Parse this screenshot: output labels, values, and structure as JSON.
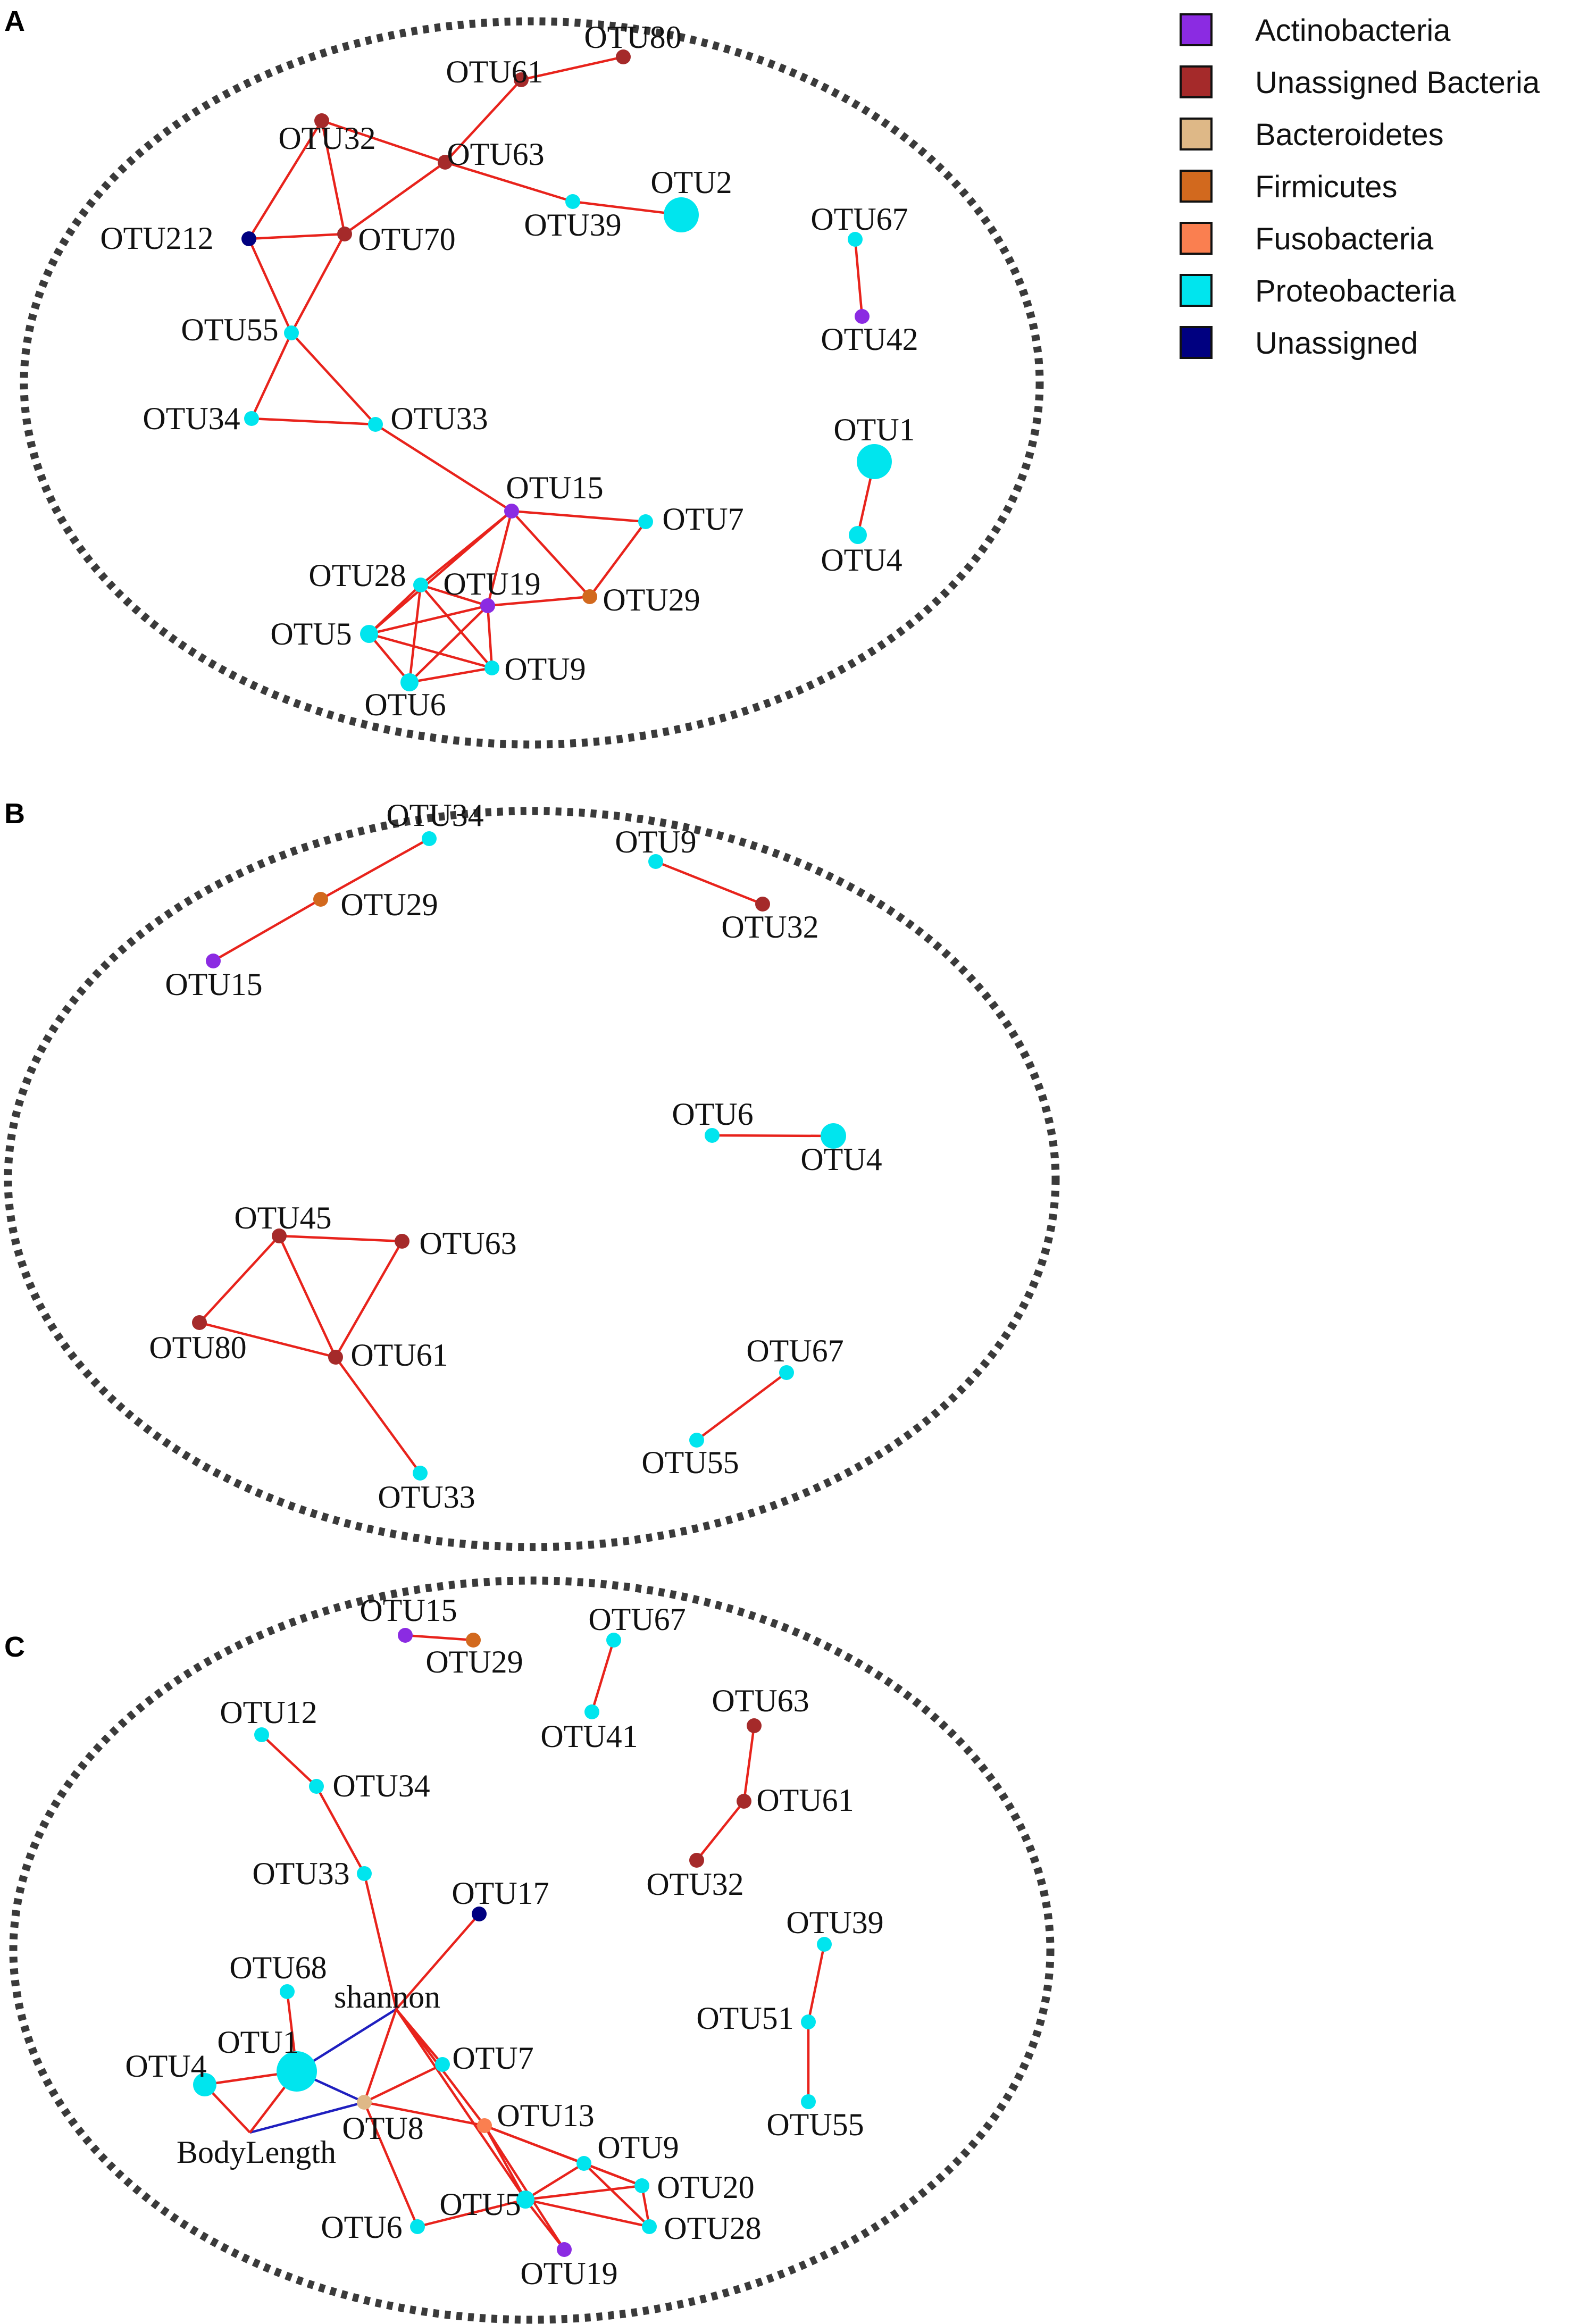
{
  "colors": {
    "Actinobacteria": "#8b2be2",
    "Unassigned Bacteria": "#a52a2a",
    "Bacteroidetes": "#deb887",
    "Firmicutes": "#d2691e",
    "Fusobacteria": "#fa7f50",
    "Proteobacteria": "#00e5ee",
    "Unassigned": "#000080",
    "edge_positive": "#e8231c",
    "edge_negative": "#1f1fbf"
  },
  "legend": [
    {
      "label": "Actinobacteria",
      "phylum": "Actinobacteria"
    },
    {
      "label": "Unassigned Bacteria",
      "phylum": "Unassigned Bacteria"
    },
    {
      "label": "Bacteroidetes",
      "phylum": "Bacteroidetes"
    },
    {
      "label": "Firmicutes",
      "phylum": "Firmicutes"
    },
    {
      "label": "Fusobacteria",
      "phylum": "Fusobacteria"
    },
    {
      "label": "Proteobacteria",
      "phylum": "Proteobacteria"
    },
    {
      "label": "Unassigned",
      "phylum": "Unassigned"
    }
  ],
  "panels": [
    {
      "letter": "A",
      "nodes": [
        {
          "id": "OTU80",
          "label": "OTU80",
          "phylum": "Unassigned Bacteria"
        },
        {
          "id": "OTU61",
          "label": "OTU61",
          "phylum": "Unassigned Bacteria"
        },
        {
          "id": "OTU32",
          "label": "OTU32",
          "phylum": "Unassigned Bacteria"
        },
        {
          "id": "OTU63",
          "label": "OTU63",
          "phylum": "Unassigned Bacteria"
        },
        {
          "id": "OTU2",
          "label": "OTU2",
          "phylum": "Proteobacteria"
        },
        {
          "id": "OTU39",
          "label": "OTU39",
          "phylum": "Proteobacteria"
        },
        {
          "id": "OTU212",
          "label": "OTU212",
          "phylum": "Unassigned"
        },
        {
          "id": "OTU70",
          "label": "OTU70",
          "phylum": "Unassigned Bacteria"
        },
        {
          "id": "OTU67",
          "label": "OTU67",
          "phylum": "Proteobacteria"
        },
        {
          "id": "OTU42",
          "label": "OTU42",
          "phylum": "Actinobacteria"
        },
        {
          "id": "OTU55",
          "label": "OTU55",
          "phylum": "Proteobacteria"
        },
        {
          "id": "OTU34",
          "label": "OTU34",
          "phylum": "Proteobacteria"
        },
        {
          "id": "OTU33",
          "label": "OTU33",
          "phylum": "Proteobacteria"
        },
        {
          "id": "OTU1",
          "label": "OTU1",
          "phylum": "Proteobacteria"
        },
        {
          "id": "OTU15",
          "label": "OTU15",
          "phylum": "Actinobacteria"
        },
        {
          "id": "OTU7",
          "label": "OTU7",
          "phylum": "Proteobacteria"
        },
        {
          "id": "OTU4",
          "label": "OTU4",
          "phylum": "Proteobacteria"
        },
        {
          "id": "OTU28",
          "label": "OTU28",
          "phylum": "Proteobacteria"
        },
        {
          "id": "OTU19",
          "label": "OTU19",
          "phylum": "Actinobacteria"
        },
        {
          "id": "OTU29",
          "label": "OTU29",
          "phylum": "Firmicutes"
        },
        {
          "id": "OTU5",
          "label": "OTU5",
          "phylum": "Proteobacteria"
        },
        {
          "id": "OTU9",
          "label": "OTU9",
          "phylum": "Proteobacteria"
        },
        {
          "id": "OTU6",
          "label": "OTU6",
          "phylum": "Proteobacteria"
        }
      ],
      "edges": [
        [
          "OTU61",
          "OTU80",
          "positive"
        ],
        [
          "OTU61",
          "OTU63",
          "positive"
        ],
        [
          "OTU32",
          "OTU63",
          "positive"
        ],
        [
          "OTU63",
          "OTU70",
          "positive"
        ],
        [
          "OTU63",
          "OTU39",
          "positive"
        ],
        [
          "OTU39",
          "OTU2",
          "positive"
        ],
        [
          "OTU32",
          "OTU212",
          "positive"
        ],
        [
          "OTU32",
          "OTU70",
          "positive"
        ],
        [
          "OTU212",
          "OTU70",
          "positive"
        ],
        [
          "OTU212",
          "OTU55",
          "positive"
        ],
        [
          "OTU70",
          "OTU55",
          "positive"
        ],
        [
          "OTU55",
          "OTU34",
          "positive"
        ],
        [
          "OTU55",
          "OTU33",
          "positive"
        ],
        [
          "OTU34",
          "OTU33",
          "positive"
        ],
        [
          "OTU33",
          "OTU15",
          "positive"
        ],
        [
          "OTU67",
          "OTU42",
          "positive"
        ],
        [
          "OTU1",
          "OTU4",
          "positive"
        ],
        [
          "OTU15",
          "OTU7",
          "positive"
        ],
        [
          "OTU15",
          "OTU28",
          "positive"
        ],
        [
          "OTU15",
          "OTU29",
          "positive"
        ],
        [
          "OTU15",
          "OTU19",
          "positive"
        ],
        [
          "OTU15",
          "OTU5",
          "positive"
        ],
        [
          "OTU7",
          "OTU29",
          "positive"
        ],
        [
          "OTU28",
          "OTU5",
          "positive"
        ],
        [
          "OTU28",
          "OTU19",
          "positive"
        ],
        [
          "OTU28",
          "OTU6",
          "positive"
        ],
        [
          "OTU28",
          "OTU9",
          "positive"
        ],
        [
          "OTU19",
          "OTU29",
          "positive"
        ],
        [
          "OTU19",
          "OTU5",
          "positive"
        ],
        [
          "OTU19",
          "OTU6",
          "positive"
        ],
        [
          "OTU19",
          "OTU9",
          "positive"
        ],
        [
          "OTU5",
          "OTU9",
          "positive"
        ],
        [
          "OTU5",
          "OTU6",
          "positive"
        ],
        [
          "OTU6",
          "OTU9",
          "positive"
        ]
      ]
    },
    {
      "letter": "B",
      "nodes": [
        {
          "id": "OTU34",
          "label": "OTU34",
          "phylum": "Proteobacteria"
        },
        {
          "id": "OTU29",
          "label": "OTU29",
          "phylum": "Firmicutes"
        },
        {
          "id": "OTU15",
          "label": "OTU15",
          "phylum": "Actinobacteria"
        },
        {
          "id": "OTU9",
          "label": "OTU9",
          "phylum": "Proteobacteria"
        },
        {
          "id": "OTU32",
          "label": "OTU32",
          "phylum": "Unassigned Bacteria"
        },
        {
          "id": "OTU6",
          "label": "OTU6",
          "phylum": "Proteobacteria"
        },
        {
          "id": "OTU4",
          "label": "OTU4",
          "phylum": "Proteobacteria"
        },
        {
          "id": "OTU45",
          "label": "OTU45",
          "phylum": "Unassigned Bacteria"
        },
        {
          "id": "OTU63",
          "label": "OTU63",
          "phylum": "Unassigned Bacteria"
        },
        {
          "id": "OTU80",
          "label": "OTU80",
          "phylum": "Unassigned Bacteria"
        },
        {
          "id": "OTU61",
          "label": "OTU61",
          "phylum": "Unassigned Bacteria"
        },
        {
          "id": "OTU67",
          "label": "OTU67",
          "phylum": "Proteobacteria"
        },
        {
          "id": "OTU55",
          "label": "OTU55",
          "phylum": "Proteobacteria"
        },
        {
          "id": "OTU33",
          "label": "OTU33",
          "phylum": "Proteobacteria"
        }
      ],
      "edges": [
        [
          "OTU34",
          "OTU29",
          "positive"
        ],
        [
          "OTU29",
          "OTU15",
          "positive"
        ],
        [
          "OTU9",
          "OTU32",
          "positive"
        ],
        [
          "OTU6",
          "OTU4",
          "positive"
        ],
        [
          "OTU45",
          "OTU63",
          "positive"
        ],
        [
          "OTU45",
          "OTU80",
          "positive"
        ],
        [
          "OTU45",
          "OTU61",
          "positive"
        ],
        [
          "OTU63",
          "OTU61",
          "positive"
        ],
        [
          "OTU80",
          "OTU61",
          "positive"
        ],
        [
          "OTU61",
          "OTU33",
          "positive"
        ],
        [
          "OTU67",
          "OTU55",
          "positive"
        ]
      ]
    },
    {
      "letter": "C",
      "nodes": [
        {
          "id": "OTU15",
          "label": "OTU15",
          "phylum": "Actinobacteria"
        },
        {
          "id": "OTU29",
          "label": "OTU29",
          "phylum": "Firmicutes"
        },
        {
          "id": "OTU67",
          "label": "OTU67",
          "phylum": "Proteobacteria"
        },
        {
          "id": "OTU41",
          "label": "OTU41",
          "phylum": "Proteobacteria"
        },
        {
          "id": "OTU63",
          "label": "OTU63",
          "phylum": "Unassigned Bacteria"
        },
        {
          "id": "OTU61",
          "label": "OTU61",
          "phylum": "Unassigned Bacteria"
        },
        {
          "id": "OTU32",
          "label": "OTU32",
          "phylum": "Unassigned Bacteria"
        },
        {
          "id": "OTU12",
          "label": "OTU12",
          "phylum": "Proteobacteria"
        },
        {
          "id": "OTU34",
          "label": "OTU34",
          "phylum": "Proteobacteria"
        },
        {
          "id": "OTU33",
          "label": "OTU33",
          "phylum": "Proteobacteria"
        },
        {
          "id": "OTU17",
          "label": "OTU17",
          "phylum": "Unassigned"
        },
        {
          "id": "OTU39",
          "label": "OTU39",
          "phylum": "Proteobacteria"
        },
        {
          "id": "OTU51",
          "label": "OTU51",
          "phylum": "Proteobacteria"
        },
        {
          "id": "OTU55",
          "label": "OTU55",
          "phylum": "Proteobacteria"
        },
        {
          "id": "OTU68",
          "label": "OTU68",
          "phylum": "Proteobacteria"
        },
        {
          "id": "shannon",
          "label": "shannon",
          "phylum": ""
        },
        {
          "id": "OTU1",
          "label": "OTU1",
          "phylum": "Proteobacteria"
        },
        {
          "id": "OTU4",
          "label": "OTU4",
          "phylum": "Proteobacteria"
        },
        {
          "id": "OTU7",
          "label": "OTU7",
          "phylum": "Proteobacteria"
        },
        {
          "id": "OTU8",
          "label": "OTU8",
          "phylum": "Bacteroidetes"
        },
        {
          "id": "BodyLength",
          "label": "BodyLength",
          "phylum": ""
        },
        {
          "id": "OTU13",
          "label": "OTU13",
          "phylum": "Fusobacteria"
        },
        {
          "id": "OTU9",
          "label": "OTU9",
          "phylum": "Proteobacteria"
        },
        {
          "id": "OTU20",
          "label": "OTU20",
          "phylum": "Proteobacteria"
        },
        {
          "id": "OTU5",
          "label": "OTU5",
          "phylum": "Proteobacteria"
        },
        {
          "id": "OTU6",
          "label": "OTU6",
          "phylum": "Proteobacteria"
        },
        {
          "id": "OTU28",
          "label": "OTU28",
          "phylum": "Proteobacteria"
        },
        {
          "id": "OTU19",
          "label": "OTU19",
          "phylum": "Actinobacteria"
        }
      ],
      "edges": [
        [
          "OTU15",
          "OTU29",
          "positive"
        ],
        [
          "OTU67",
          "OTU41",
          "positive"
        ],
        [
          "OTU63",
          "OTU61",
          "positive"
        ],
        [
          "OTU61",
          "OTU32",
          "positive"
        ],
        [
          "OTU12",
          "OTU34",
          "positive"
        ],
        [
          "OTU34",
          "OTU33",
          "positive"
        ],
        [
          "OTU33",
          "shannon",
          "positive"
        ],
        [
          "OTU17",
          "shannon",
          "positive"
        ],
        [
          "OTU39",
          "OTU51",
          "positive"
        ],
        [
          "OTU51",
          "OTU55",
          "positive"
        ],
        [
          "OTU68",
          "OTU1",
          "positive"
        ],
        [
          "shannon",
          "OTU1",
          "negative"
        ],
        [
          "shannon",
          "OTU8",
          "positive"
        ],
        [
          "shannon",
          "OTU7",
          "positive"
        ],
        [
          "shannon",
          "OTU13",
          "positive"
        ],
        [
          "shannon",
          "OTU5",
          "positive"
        ],
        [
          "OTU4",
          "OTU1",
          "positive"
        ],
        [
          "OTU4",
          "BodyLength",
          "positive"
        ],
        [
          "OTU1",
          "OTU8",
          "negative"
        ],
        [
          "OTU8",
          "BodyLength",
          "negative"
        ],
        [
          "OTU1",
          "BodyLength",
          "positive"
        ],
        [
          "OTU7",
          "OTU8",
          "positive"
        ],
        [
          "OTU8",
          "OTU13",
          "positive"
        ],
        [
          "OTU8",
          "OTU6",
          "positive"
        ],
        [
          "OTU13",
          "OTU9",
          "positive"
        ],
        [
          "OTU13",
          "OTU20",
          "positive"
        ],
        [
          "OTU13",
          "OTU19",
          "positive"
        ],
        [
          "OTU13",
          "OTU5",
          "positive"
        ],
        [
          "OTU9",
          "OTU20",
          "positive"
        ],
        [
          "OTU9",
          "OTU28",
          "positive"
        ],
        [
          "OTU9",
          "OTU5",
          "positive"
        ],
        [
          "OTU20",
          "OTU28",
          "positive"
        ],
        [
          "OTU20",
          "OTU5",
          "positive"
        ],
        [
          "OTU5",
          "OTU28",
          "positive"
        ],
        [
          "OTU5",
          "OTU19",
          "positive"
        ],
        [
          "OTU6",
          "OTU5",
          "positive"
        ]
      ]
    }
  ]
}
